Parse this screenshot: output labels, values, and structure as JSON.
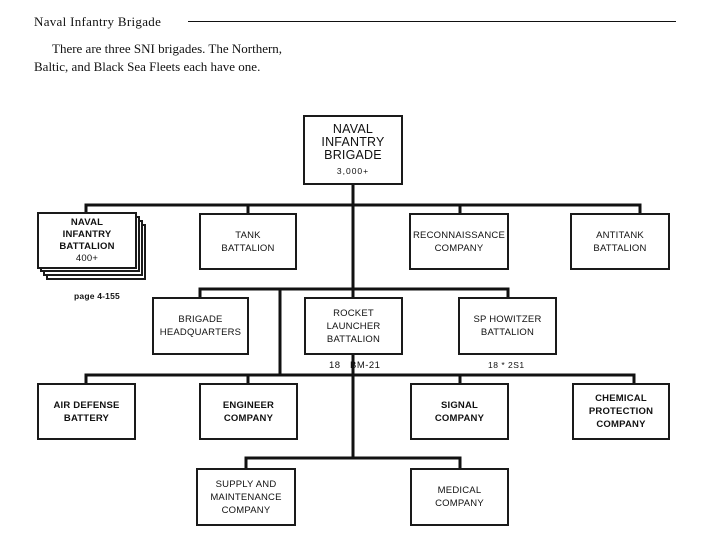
{
  "header": {
    "section_title": "Naval Infantry Brigade",
    "intro_line1": "There are three SNI brigades. The Northern,",
    "intro_line2": "Baltic, and Black Sea Fleets each have one."
  },
  "chart": {
    "top": {
      "line1": "NAVAL",
      "line2": "INFANTRY",
      "line3": "BRIGADE",
      "strength": "3,000+"
    },
    "naval_infantry_battalion": {
      "line1": "NAVAL",
      "line2": "INFANTRY",
      "line3": "BATTALION",
      "strength": "400+",
      "page_ref": "page 4-155"
    },
    "tank_battalion": {
      "line1": "TANK",
      "line2": "BATTALION"
    },
    "recon_company": {
      "line1": "RECONNAISSANCE",
      "line2": "COMPANY"
    },
    "antitank_battalion": {
      "line1": "ANTITANK",
      "line2": "BATTALION"
    },
    "brigade_hq": {
      "line1": "BRIGADE",
      "line2": "HEADQUARTERS"
    },
    "rocket_launcher_battalion": {
      "line1": "ROCKET LAUNCHER",
      "line2": "BATTALION",
      "equipment": "18   BM-21"
    },
    "sp_howitzer_battalion": {
      "line1": "SP HOWITZER",
      "line2": "BATTALION",
      "equipment": "18 * 2S1"
    },
    "air_defense_battery": {
      "line1": "AIR DEFENSE",
      "line2": "BATTERY"
    },
    "engineer_company": {
      "line1": "ENGINEER",
      "line2": "COMPANY"
    },
    "signal_company": {
      "line1": "SIGNAL",
      "line2": "COMPANY"
    },
    "chemical_protection_company": {
      "line1": "CHEMICAL",
      "line2": "PROTECTION",
      "line3": "COMPANY"
    },
    "supply_maintenance_company": {
      "line1": "SUPPLY AND",
      "line2": "MAINTENANCE",
      "line3": "COMPANY"
    },
    "medical_company": {
      "line1": "MEDICAL",
      "line2": "COMPANY"
    }
  }
}
